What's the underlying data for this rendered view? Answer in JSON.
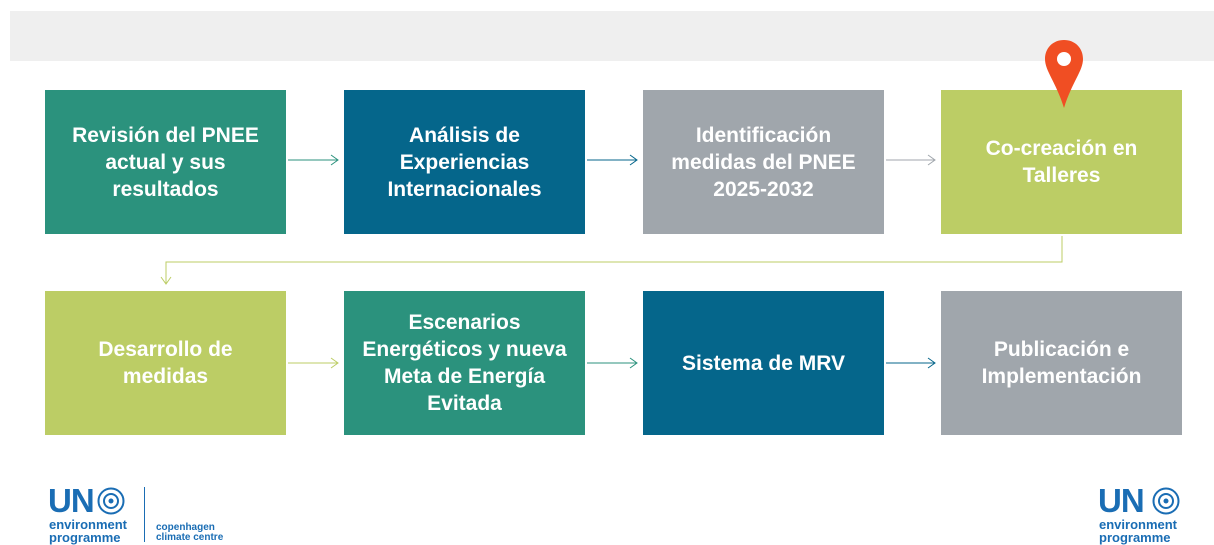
{
  "flow": {
    "row1": [
      {
        "label": "Revisión del PNEE actual y sus resultados"
      },
      {
        "label": "Análisis de Experiencias Internacionales"
      },
      {
        "label": "Identificación medidas del PNEE 2025-2032"
      },
      {
        "label": "Co-creación en Talleres"
      }
    ],
    "row2": [
      {
        "label": "Desarrollo de medidas"
      },
      {
        "label": "Escenarios Energéticos y nueva Meta de Energía Evitada"
      },
      {
        "label": "Sistema de MRV"
      },
      {
        "label": "Publicación e Implementación"
      }
    ]
  },
  "icons": {
    "marker": "location-pin-icon",
    "globe": "un-emblem-icon"
  },
  "colors": {
    "teal": "#2b927d",
    "blue": "#05668b",
    "gray": "#a0a6ac",
    "lime": "#bccd65",
    "pin": "#f04e23"
  },
  "logos": {
    "left": {
      "un": "UN",
      "line1": "environment",
      "line2": "programme",
      "partner_line1": "copenhagen",
      "partner_line2": "climate centre"
    },
    "right": {
      "un": "UN",
      "line1": "environment",
      "line2": "programme"
    }
  }
}
